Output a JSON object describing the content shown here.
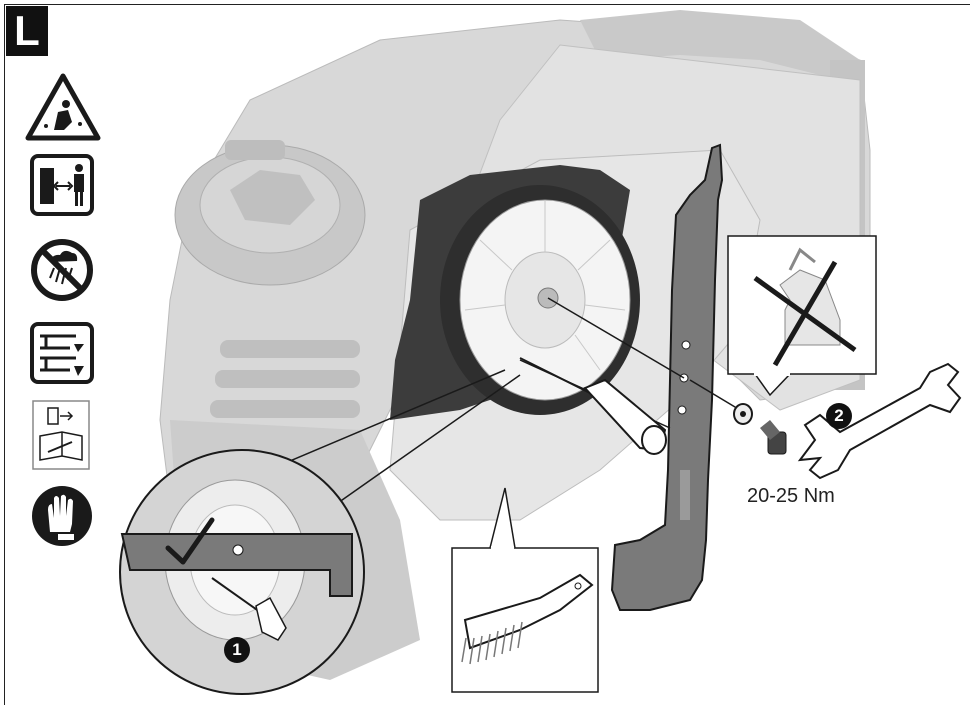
{
  "section": {
    "letter": "L"
  },
  "icons": [
    {
      "name": "flying-debris-warning-icon"
    },
    {
      "name": "keep-distance-icon"
    },
    {
      "name": "no-rain-icon"
    },
    {
      "name": "blade-adjust-icon"
    },
    {
      "name": "read-manual-icon"
    },
    {
      "name": "wear-gloves-icon"
    }
  ],
  "steps": [
    {
      "number": "1"
    },
    {
      "number": "2"
    }
  ],
  "torque": {
    "label": "20-25 Nm"
  },
  "colors": {
    "mower_body": "#cfcfcf",
    "mower_dark": "#3c3c3c",
    "blade": "#7a7a7a",
    "outline": "#1a1a1a"
  }
}
